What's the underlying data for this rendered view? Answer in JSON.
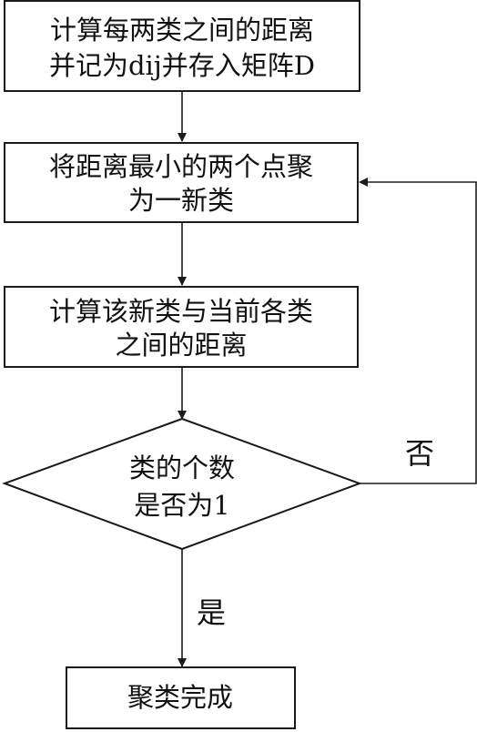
{
  "diagram": {
    "nodes": [
      {
        "id": "step1",
        "lines": [
          "计算每两类之间的距离",
          "并记为dij并存入矩阵D"
        ]
      },
      {
        "id": "step2",
        "lines": [
          "将距离最小的两个点聚",
          "为一新类"
        ]
      },
      {
        "id": "step3",
        "lines": [
          "计算该新类与当前各类",
          "之间的距离"
        ]
      },
      {
        "id": "decision",
        "lines": [
          "类的个数",
          "是否为1"
        ]
      },
      {
        "id": "end",
        "lines": [
          "聚类完成"
        ]
      }
    ],
    "edges": [
      {
        "from": "step1",
        "to": "step2",
        "label": ""
      },
      {
        "from": "step2",
        "to": "step3",
        "label": ""
      },
      {
        "from": "step3",
        "to": "decision",
        "label": ""
      },
      {
        "from": "decision",
        "to": "end",
        "label": "是"
      },
      {
        "from": "decision",
        "to": "step2",
        "label": "否"
      }
    ]
  }
}
